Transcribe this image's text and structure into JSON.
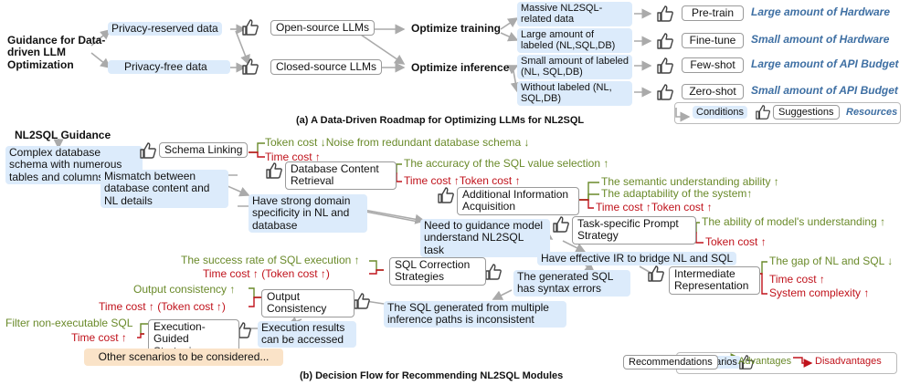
{
  "a": {
    "guidance": "Guidance for Data-driven LLM Optimization",
    "privacy_reserved": "Privacy-reserved data",
    "privacy_free": "Privacy-free data",
    "open_llms": "Open-source LLMs",
    "closed_llms": "Closed-source LLMs",
    "opt_training": "Optimize training",
    "opt_inference": "Optimize inference",
    "cond1": "Massive NL2SQL-related data",
    "cond2": "Large amount of labeled (NL,SQL,DB)",
    "cond3": "Small amount of labeled (NL, SQL,DB)",
    "cond4": "Without labeled (NL, SQL,DB)",
    "sug1": "Pre-train",
    "sug2": "Fine-tune",
    "sug3": "Few-shot",
    "sug4": "Zero-shot",
    "res1": "Large amount of Hardware",
    "res2": "Small amount of Hardware",
    "res3": "Large amount of API Budget",
    "res4": "Small amount of API Budget",
    "legend_conditions": "Conditions",
    "legend_suggestions": "Suggestions",
    "legend_resources": "Resources",
    "caption": "(a)  A Data-Driven Roadmap for Optimizing LLMs for NL2SQL"
  },
  "b": {
    "title": "NL2SQL Guidance",
    "s1": "Complex database schema with numerous tables and columns",
    "r1": "Schema Linking",
    "adv1": "Token cost ↓Noise from redundant database schema  ↓",
    "dis1": "Time cost ↑",
    "s2": "Mismatch between database content and NL details",
    "r2": "Database Content Retrieval",
    "adv2": "The accuracy of the SQL value selection ↑",
    "dis2": "Time cost ↑Token cost ↑",
    "s3": "Have strong domain specificity in NL and database",
    "r3": "Additional Information Acquisition",
    "adv3a": "The semantic understanding ability ↑",
    "adv3b": "The adaptability of the system↑",
    "dis3": "Time cost ↑Token cost ↑",
    "s4": "Need to guidance model understand NL2SQL task",
    "r4": "Task-specific Prompt Strategy",
    "adv4": "The ability of model's understanding ↑",
    "dis4": "Token cost ↑",
    "s5": "Have effective IR to bridge NL and SQL",
    "r5": "Intermediate Representation",
    "adv5": "The gap of NL and SQL ↓",
    "dis5a": "Time cost ↑",
    "dis5b": "System complexity ↑",
    "s6": "The generated SQL has syntax errors",
    "r6": "SQL Correction Strategies",
    "adv6": "The success rate of SQL execution ↑",
    "dis6": "Time cost ↑ (Token cost ↑)",
    "s7": "The SQL generated from multiple inference paths is inconsistent",
    "r7": "Output Consistency",
    "adv7": "Output consistency ↑",
    "dis7": "Time cost ↑ (Token cost ↑)",
    "s8": "Execution results can be accessed",
    "r8": "Execution-Guided Strategies",
    "adv8": "Filter non-executable SQL",
    "dis8": "Time cost ↑",
    "other": "Other scenarios to be considered...",
    "legend_scenarios": "Scenarios",
    "legend_recommendations": "Recommendations",
    "legend_advantages": "Advantages",
    "legend_disadvantages": "Disadvantages",
    "caption": "(b)  Decision Flow for Recommending NL2SQL Modules"
  },
  "colors": {
    "scenario_bg": "#dcebfb",
    "advantage": "#6a8a2a",
    "disadvantage": "#c0121b",
    "resource": "#3e6fa3",
    "other_bg": "#fae3c8"
  }
}
